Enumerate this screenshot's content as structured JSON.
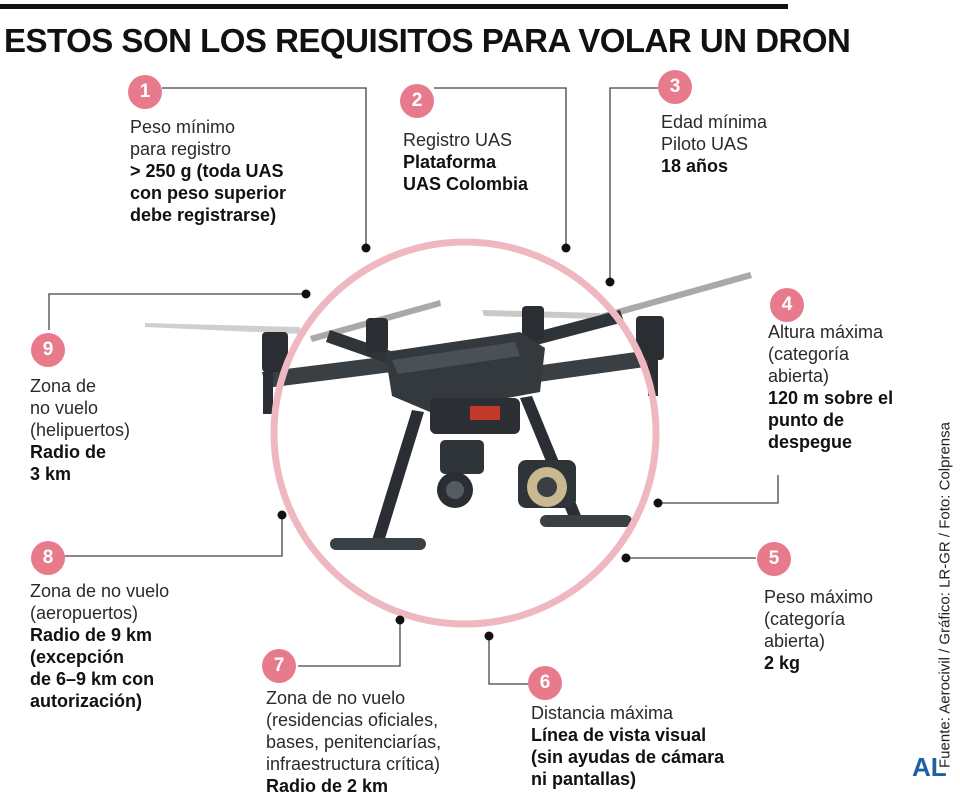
{
  "title": "ESTOS SON LOS REQUISITOS PARA VOLAR UN DRON",
  "requirements": [
    {
      "number": "1",
      "label": "Peso mínimo\npara registro",
      "value": "> 250 g (toda UAS\ncon peso superior\ndebe registrarse)"
    },
    {
      "number": "2",
      "label": "Registro UAS",
      "value": "Plataforma\nUAS Colombia"
    },
    {
      "number": "3",
      "label": "Edad mínima\nPiloto UAS",
      "value": "18 años"
    },
    {
      "number": "4",
      "label": "Altura máxima\n(categoría\nabierta)",
      "value": "120 m sobre el\npunto de\ndespegue"
    },
    {
      "number": "5",
      "label": "Peso máximo\n(categoría\nabierta)",
      "value": "2 kg"
    },
    {
      "number": "6",
      "label": "Distancia máxima",
      "value": "Línea de vista visual\n(sin ayudas de cámara\nni pantallas)"
    },
    {
      "number": "7",
      "label": "Zona de no vuelo\n(residencias oficiales,\nbases, penitenciarías,\ninfraestructura crítica)",
      "value": "Radio de 2 km"
    },
    {
      "number": "8",
      "label": "Zona de no vuelo\n(aeropuertos)",
      "value": "Radio de 9 km\n(excepción\nde 6–9 km con\nautorización)"
    },
    {
      "number": "9",
      "label": "Zona de\nno vuelo\n(helipuertos)",
      "value": "Radio de\n3 km"
    }
  ],
  "credit": "Fuente: Aerocivil / Gráfico: LR-GR / Foto: Colprensa",
  "logo": "AL",
  "colors": {
    "accent": "#e77a8b",
    "ring": "#efb8c0",
    "line": "#444444",
    "logo": "#1f5fa8"
  }
}
